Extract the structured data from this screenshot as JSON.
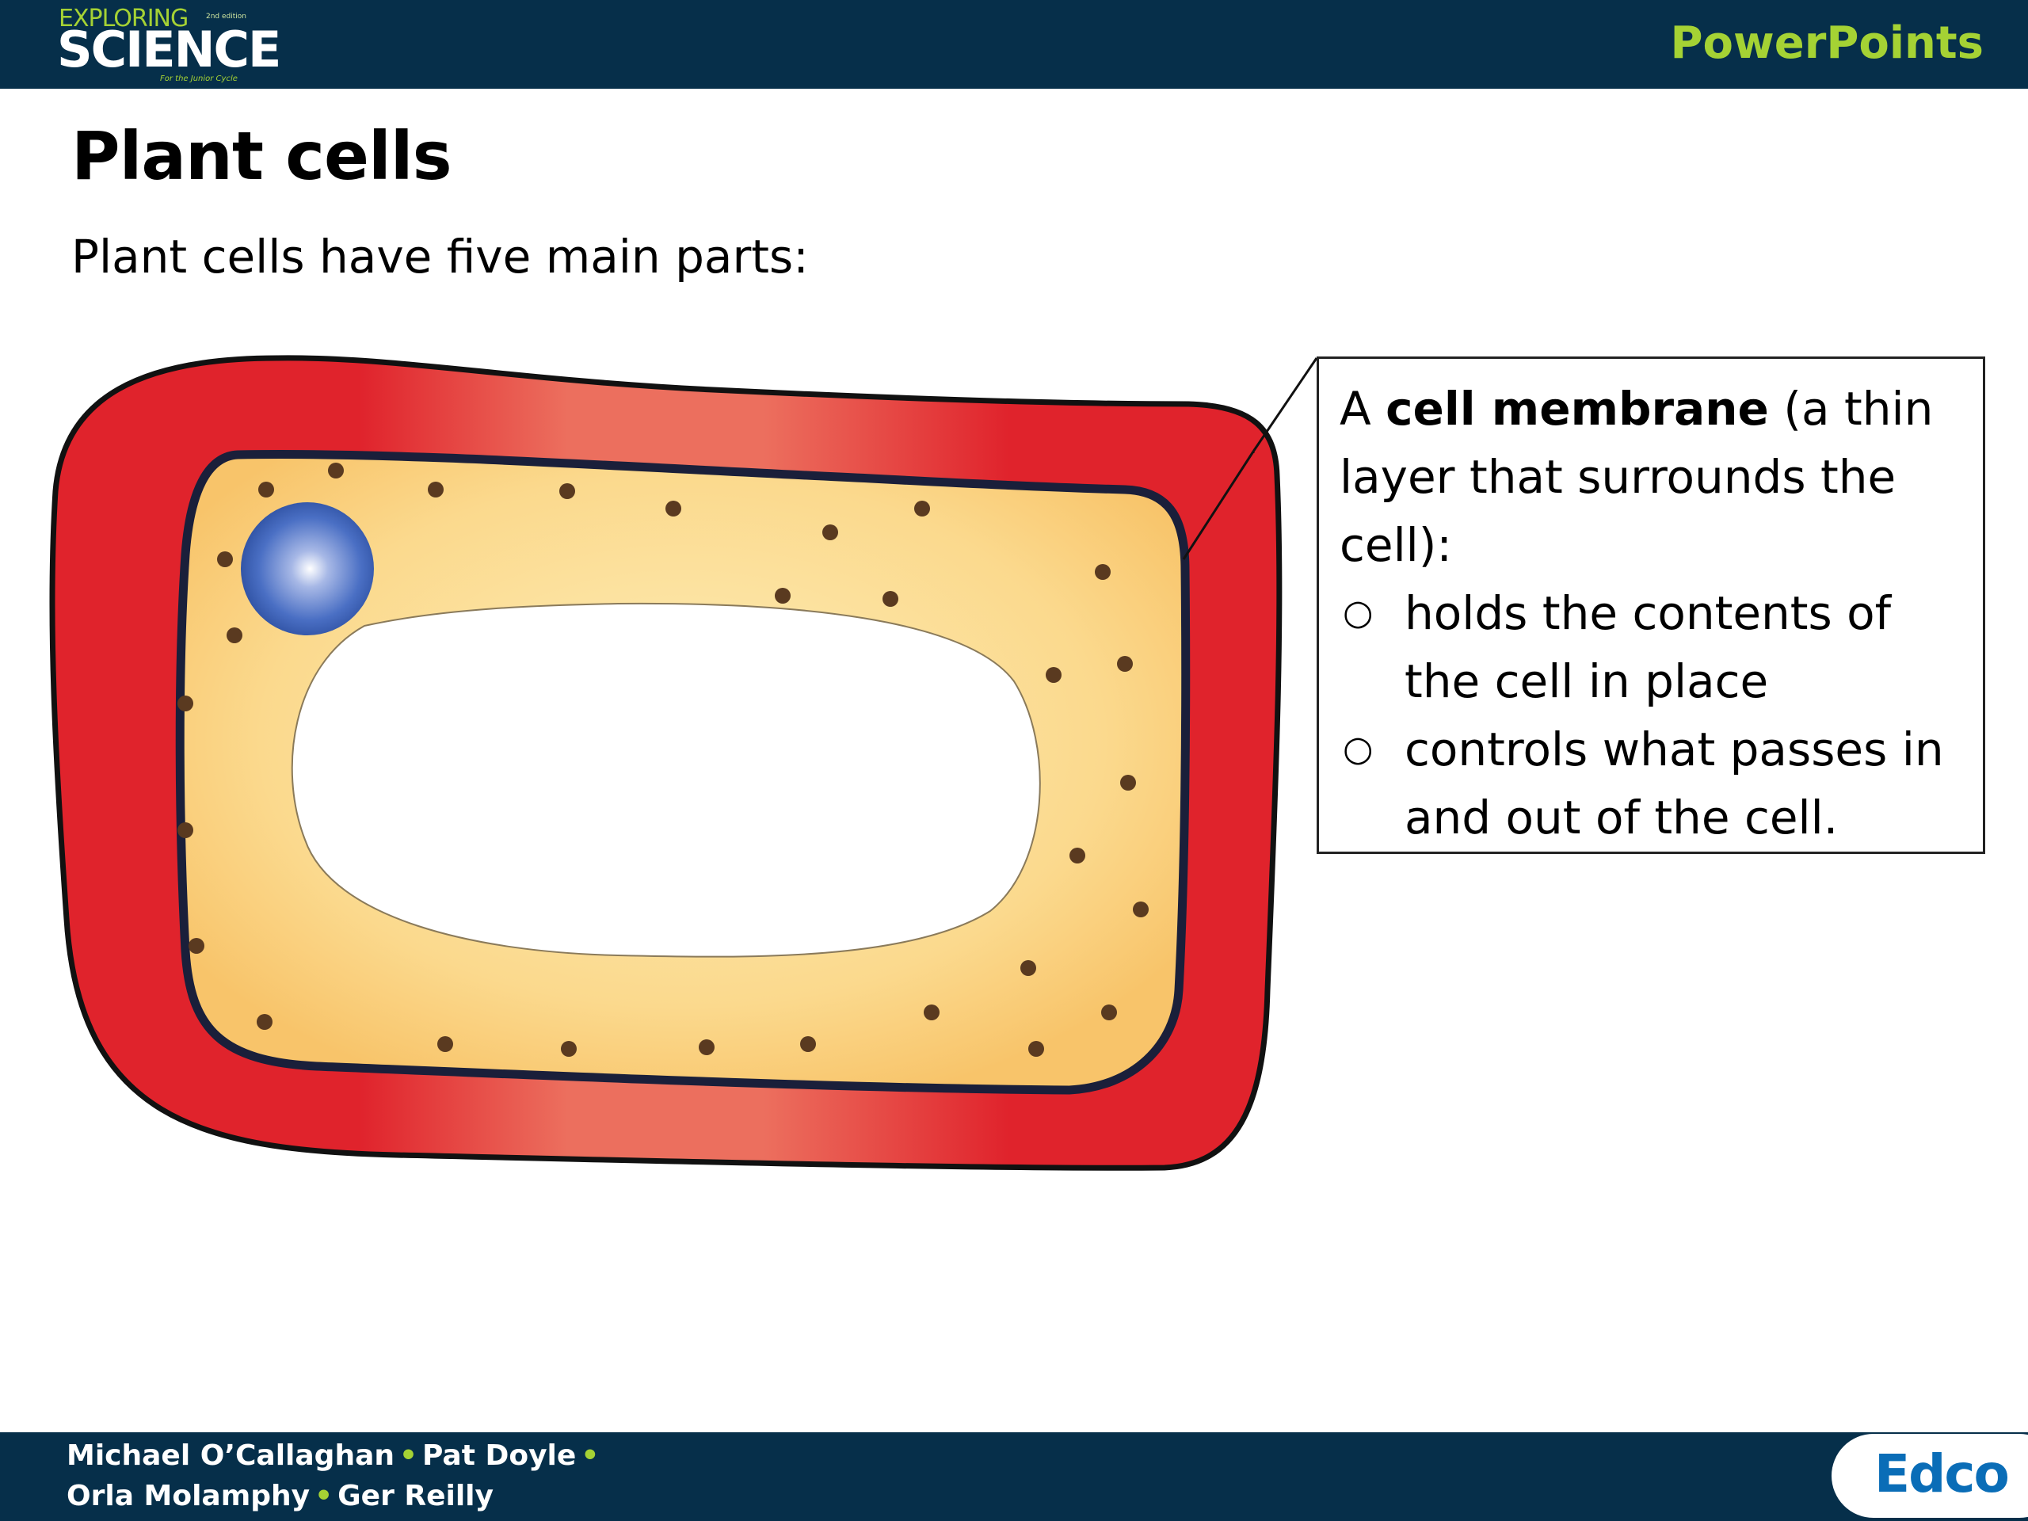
{
  "header": {
    "logo_top": "EXPLORING",
    "logo_edition": "2nd edition",
    "logo_main": "SCIENCE",
    "logo_tag": "For the Junior Cycle",
    "brand_right": "PowerPoints"
  },
  "slide": {
    "title": "Plant cells",
    "subtitle": "Plant cells have five main parts:"
  },
  "callout": {
    "intro_prefix": "A ",
    "intro_bold": "cell membrane",
    "intro_suffix": " (a thin layer that surrounds the cell):",
    "bullets": [
      "holds the contents of the cell in place",
      "controls what passes in and out of the cell."
    ],
    "bullet_glyph": "○"
  },
  "footer": {
    "authors": [
      "Michael O’Callaghan",
      "Pat Doyle",
      "Orla Molamphy",
      "Ger Reilly"
    ],
    "dot": "•",
    "publisher": "Edco"
  },
  "colors": {
    "header_bg": "#062f4a",
    "accent_green": "#a5d234",
    "cell_wall": "#e0232c",
    "cytoplasm": "#fbd68a",
    "nucleus": "#4a6fc4",
    "publisher_blue": "#0a6db7"
  }
}
